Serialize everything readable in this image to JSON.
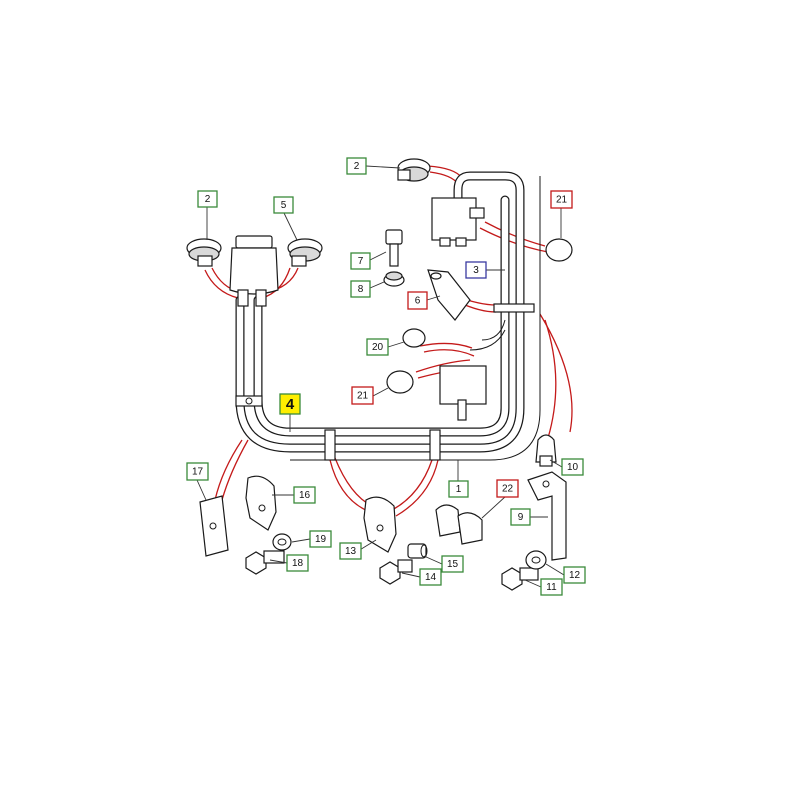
{
  "colors": {
    "green_box": "#3a8a3a",
    "red_box": "#c41a1a",
    "blue_box": "#3a3aa0",
    "highlight_fill": "#ffee00",
    "leader_red": "#c41a1a"
  },
  "callouts": [
    {
      "id": "c-2-top",
      "label": "2",
      "color": "green"
    },
    {
      "id": "c-2-left",
      "label": "2",
      "color": "green"
    },
    {
      "id": "c-5",
      "label": "5",
      "color": "green"
    },
    {
      "id": "c-21-top",
      "label": "21",
      "color": "red"
    },
    {
      "id": "c-3",
      "label": "3",
      "color": "blue"
    },
    {
      "id": "c-7",
      "label": "7",
      "color": "green"
    },
    {
      "id": "c-8",
      "label": "8",
      "color": "green"
    },
    {
      "id": "c-6",
      "label": "6",
      "color": "red"
    },
    {
      "id": "c-20",
      "label": "20",
      "color": "green"
    },
    {
      "id": "c-21-mid",
      "label": "21",
      "color": "red"
    },
    {
      "id": "c-4",
      "label": "4",
      "color": "highlight"
    },
    {
      "id": "c-10",
      "label": "10",
      "color": "green"
    },
    {
      "id": "c-1",
      "label": "1",
      "color": "green"
    },
    {
      "id": "c-17",
      "label": "17",
      "color": "green"
    },
    {
      "id": "c-16",
      "label": "16",
      "color": "green"
    },
    {
      "id": "c-22",
      "label": "22",
      "color": "red"
    },
    {
      "id": "c-9",
      "label": "9",
      "color": "green"
    },
    {
      "id": "c-19",
      "label": "19",
      "color": "green"
    },
    {
      "id": "c-18",
      "label": "18",
      "color": "green"
    },
    {
      "id": "c-13",
      "label": "13",
      "color": "green"
    },
    {
      "id": "c-15",
      "label": "15",
      "color": "green"
    },
    {
      "id": "c-14",
      "label": "14",
      "color": "green"
    },
    {
      "id": "c-12",
      "label": "12",
      "color": "green"
    },
    {
      "id": "c-11",
      "label": "11",
      "color": "green"
    }
  ]
}
